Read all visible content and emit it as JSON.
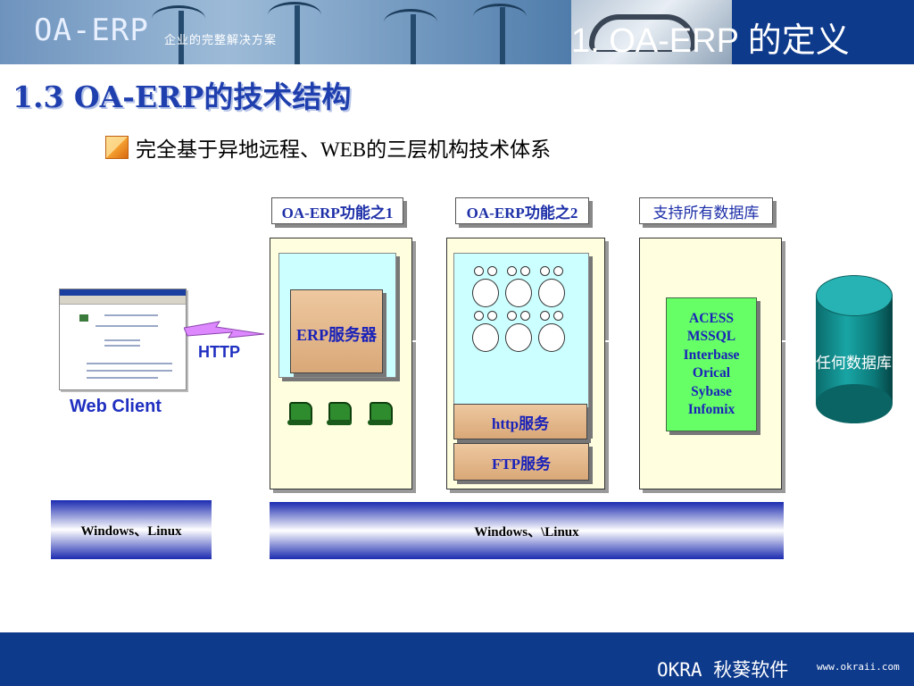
{
  "header": {
    "logo": "OA-ERP",
    "logo_tagline": "企业的完整解决方案",
    "title": "1. OA-ERP 的定义"
  },
  "section": {
    "title": "1.3 OA-ERP的技术结构",
    "bullet": "完全基于异地远程、WEB的三层机构技术体系"
  },
  "tiers": {
    "label_1": "OA-ERP功能之1",
    "label_2": "OA-ERP功能之2",
    "label_3": "支持所有数据库",
    "erp_server": "ERP服务器",
    "http_service": "http服务",
    "ftp_service": "FTP服务",
    "databases": [
      "ACESS",
      "MSSQL",
      "Interbase",
      "Orical",
      "Sybase",
      "Infomix"
    ],
    "any_database": "任何数据库"
  },
  "client": {
    "label": "Web Client",
    "protocol": "HTTP"
  },
  "os": {
    "client_os": "Windows、Linux",
    "server_os": "Windows、\\Linux"
  },
  "footer": {
    "brand": "OKRA 秋葵软件",
    "url": "www.okraii.com"
  },
  "colors": {
    "accent_blue": "#1f3fae",
    "footer_blue": "#0e3a8c",
    "panel_yellow": "#ffffe0",
    "db_green": "#66ff66",
    "cylinder_teal": "#19a5a5"
  }
}
